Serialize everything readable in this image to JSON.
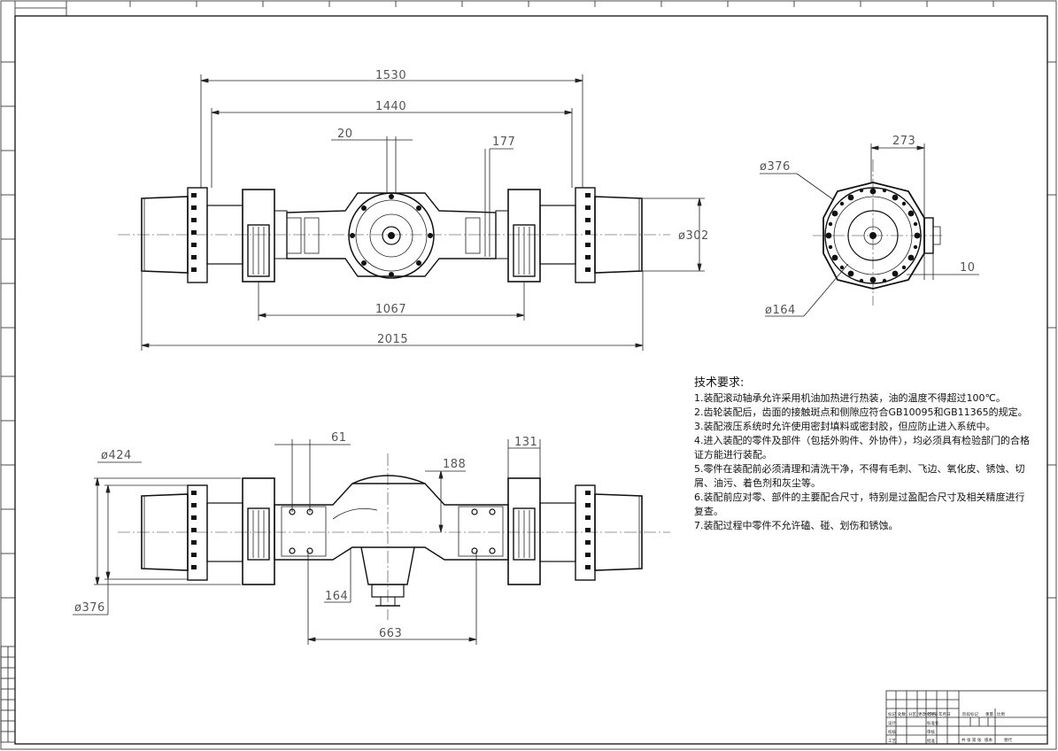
{
  "dimensions": {
    "d1530": "1530",
    "d1440": "1440",
    "d20": "20",
    "d177": "177",
    "d302": "ø302",
    "d1067": "1067",
    "d2015": "2015",
    "d273": "273",
    "d376_top": "ø376",
    "d10": "10",
    "d164_top": "ø164",
    "d424": "ø424",
    "d61": "61",
    "d131": "131",
    "d188": "188",
    "d164_bottom": "164",
    "d663": "663",
    "d376_bottom": "ø376"
  },
  "notes": {
    "title": "技术要求:",
    "items": [
      "1.装配滚动轴承允许采用机油加热进行热装，油的温度不得超过100℃。",
      "2.齿轮装配后，齿面的接触斑点和侧隙应符合GB10095和GB11365的规定。",
      "3.装配液压系统时允许使用密封填料或密封胶，但应防止进入系统中。",
      "4.进入装配的零件及部件（包括外购件、外协件），均必须具有检验部门的合格证方能进行装配。",
      "5.零件在装配前必须清理和清洗干净，不得有毛刺、飞边、氧化皮、锈蚀、切屑、油污、着色剂和灰尘等。",
      "6.装配前应对零、部件的主要配合尺寸，特别是过盈配合尺寸及相关精度进行复查。",
      "7.装配过程中零件不允许磕、碰、划伤和锈蚀。"
    ]
  },
  "title_block": {
    "c1": "标记",
    "c2": "处数",
    "c3": "分区",
    "c4": "更改文件号",
    "c5": "签名",
    "c6": "年月日",
    "r1": "设计",
    "r2": "校核",
    "r3": "工艺",
    "std": "标准化",
    "review": "审核",
    "approve": "批准",
    "stage": "阶段标记",
    "weight": "重量",
    "scale": "比例",
    "sheet": "共 张 第 张",
    "version": "版本",
    "replace": "替代"
  }
}
